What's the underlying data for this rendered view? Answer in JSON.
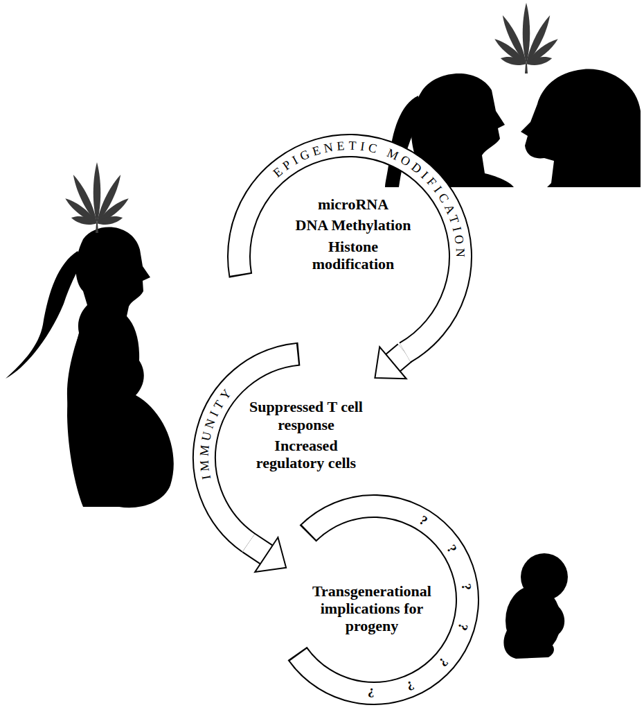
{
  "diagram": {
    "nodes": [
      {
        "text": [
          "EPIGENETIC MODIFICATION",
          "microRNA",
          "DNA Methylation",
          "Histone modification"
        ]
      },
      {
        "text": [
          "IMMUNITY",
          "Suppressed T cell response",
          "Increased regulatory cells"
        ]
      },
      {
        "text": [
          "Transgenerational implications for progeny"
        ]
      }
    ],
    "edges": [
      {
        "from": 0,
        "to": 1,
        "arrow": "to"
      },
      {
        "from": 1,
        "to": 2,
        "arrow": "to"
      }
    ],
    "labels": [
      "?",
      "?",
      "?",
      "?",
      "?",
      "?",
      "?"
    ]
  }
}
